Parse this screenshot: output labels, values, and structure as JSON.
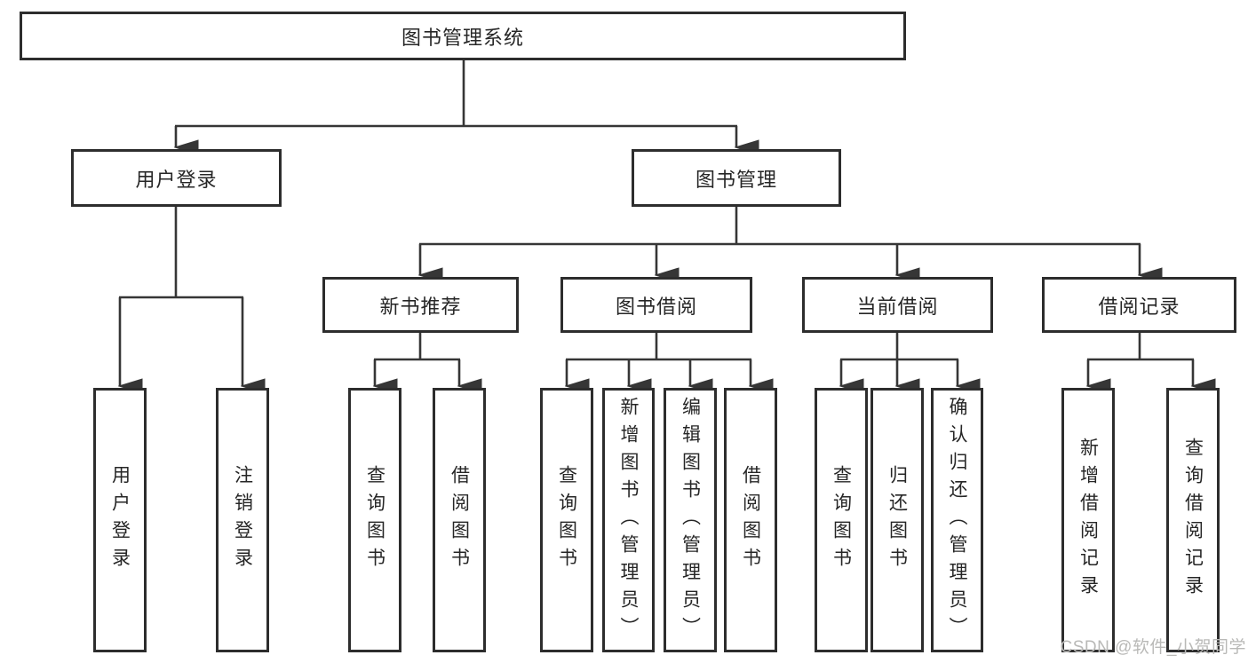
{
  "diagram": {
    "root": {
      "label": "图书管理系统"
    },
    "branches": [
      {
        "label": "用户登录",
        "children": [
          {
            "label": "用户登录"
          },
          {
            "label": "注销登录"
          }
        ]
      },
      {
        "label": "图书管理",
        "children": [
          {
            "label": "新书推荐",
            "children": [
              {
                "label": "查询图书"
              },
              {
                "label": "借阅图书"
              }
            ]
          },
          {
            "label": "图书借阅",
            "children": [
              {
                "label": "查询图书"
              },
              {
                "label": "新增图书（管理员）"
              },
              {
                "label": "编辑图书（管理员）"
              },
              {
                "label": "借阅图书"
              }
            ]
          },
          {
            "label": "当前借阅",
            "children": [
              {
                "label": "查询图书"
              },
              {
                "label": "归还图书"
              },
              {
                "label": "确认归还（管理员）"
              }
            ]
          },
          {
            "label": "借阅记录",
            "children": [
              {
                "label": "新增借阅记录"
              },
              {
                "label": "查询借阅记录"
              }
            ]
          }
        ]
      }
    ]
  },
  "watermark": {
    "text": "CSDN @软件_小贺同学"
  },
  "colors": {
    "line": "#363636",
    "box_border": "#2d2d2d",
    "box_fill": "#ffffff",
    "text": "#262626",
    "watermark": "#b9b9b7"
  }
}
